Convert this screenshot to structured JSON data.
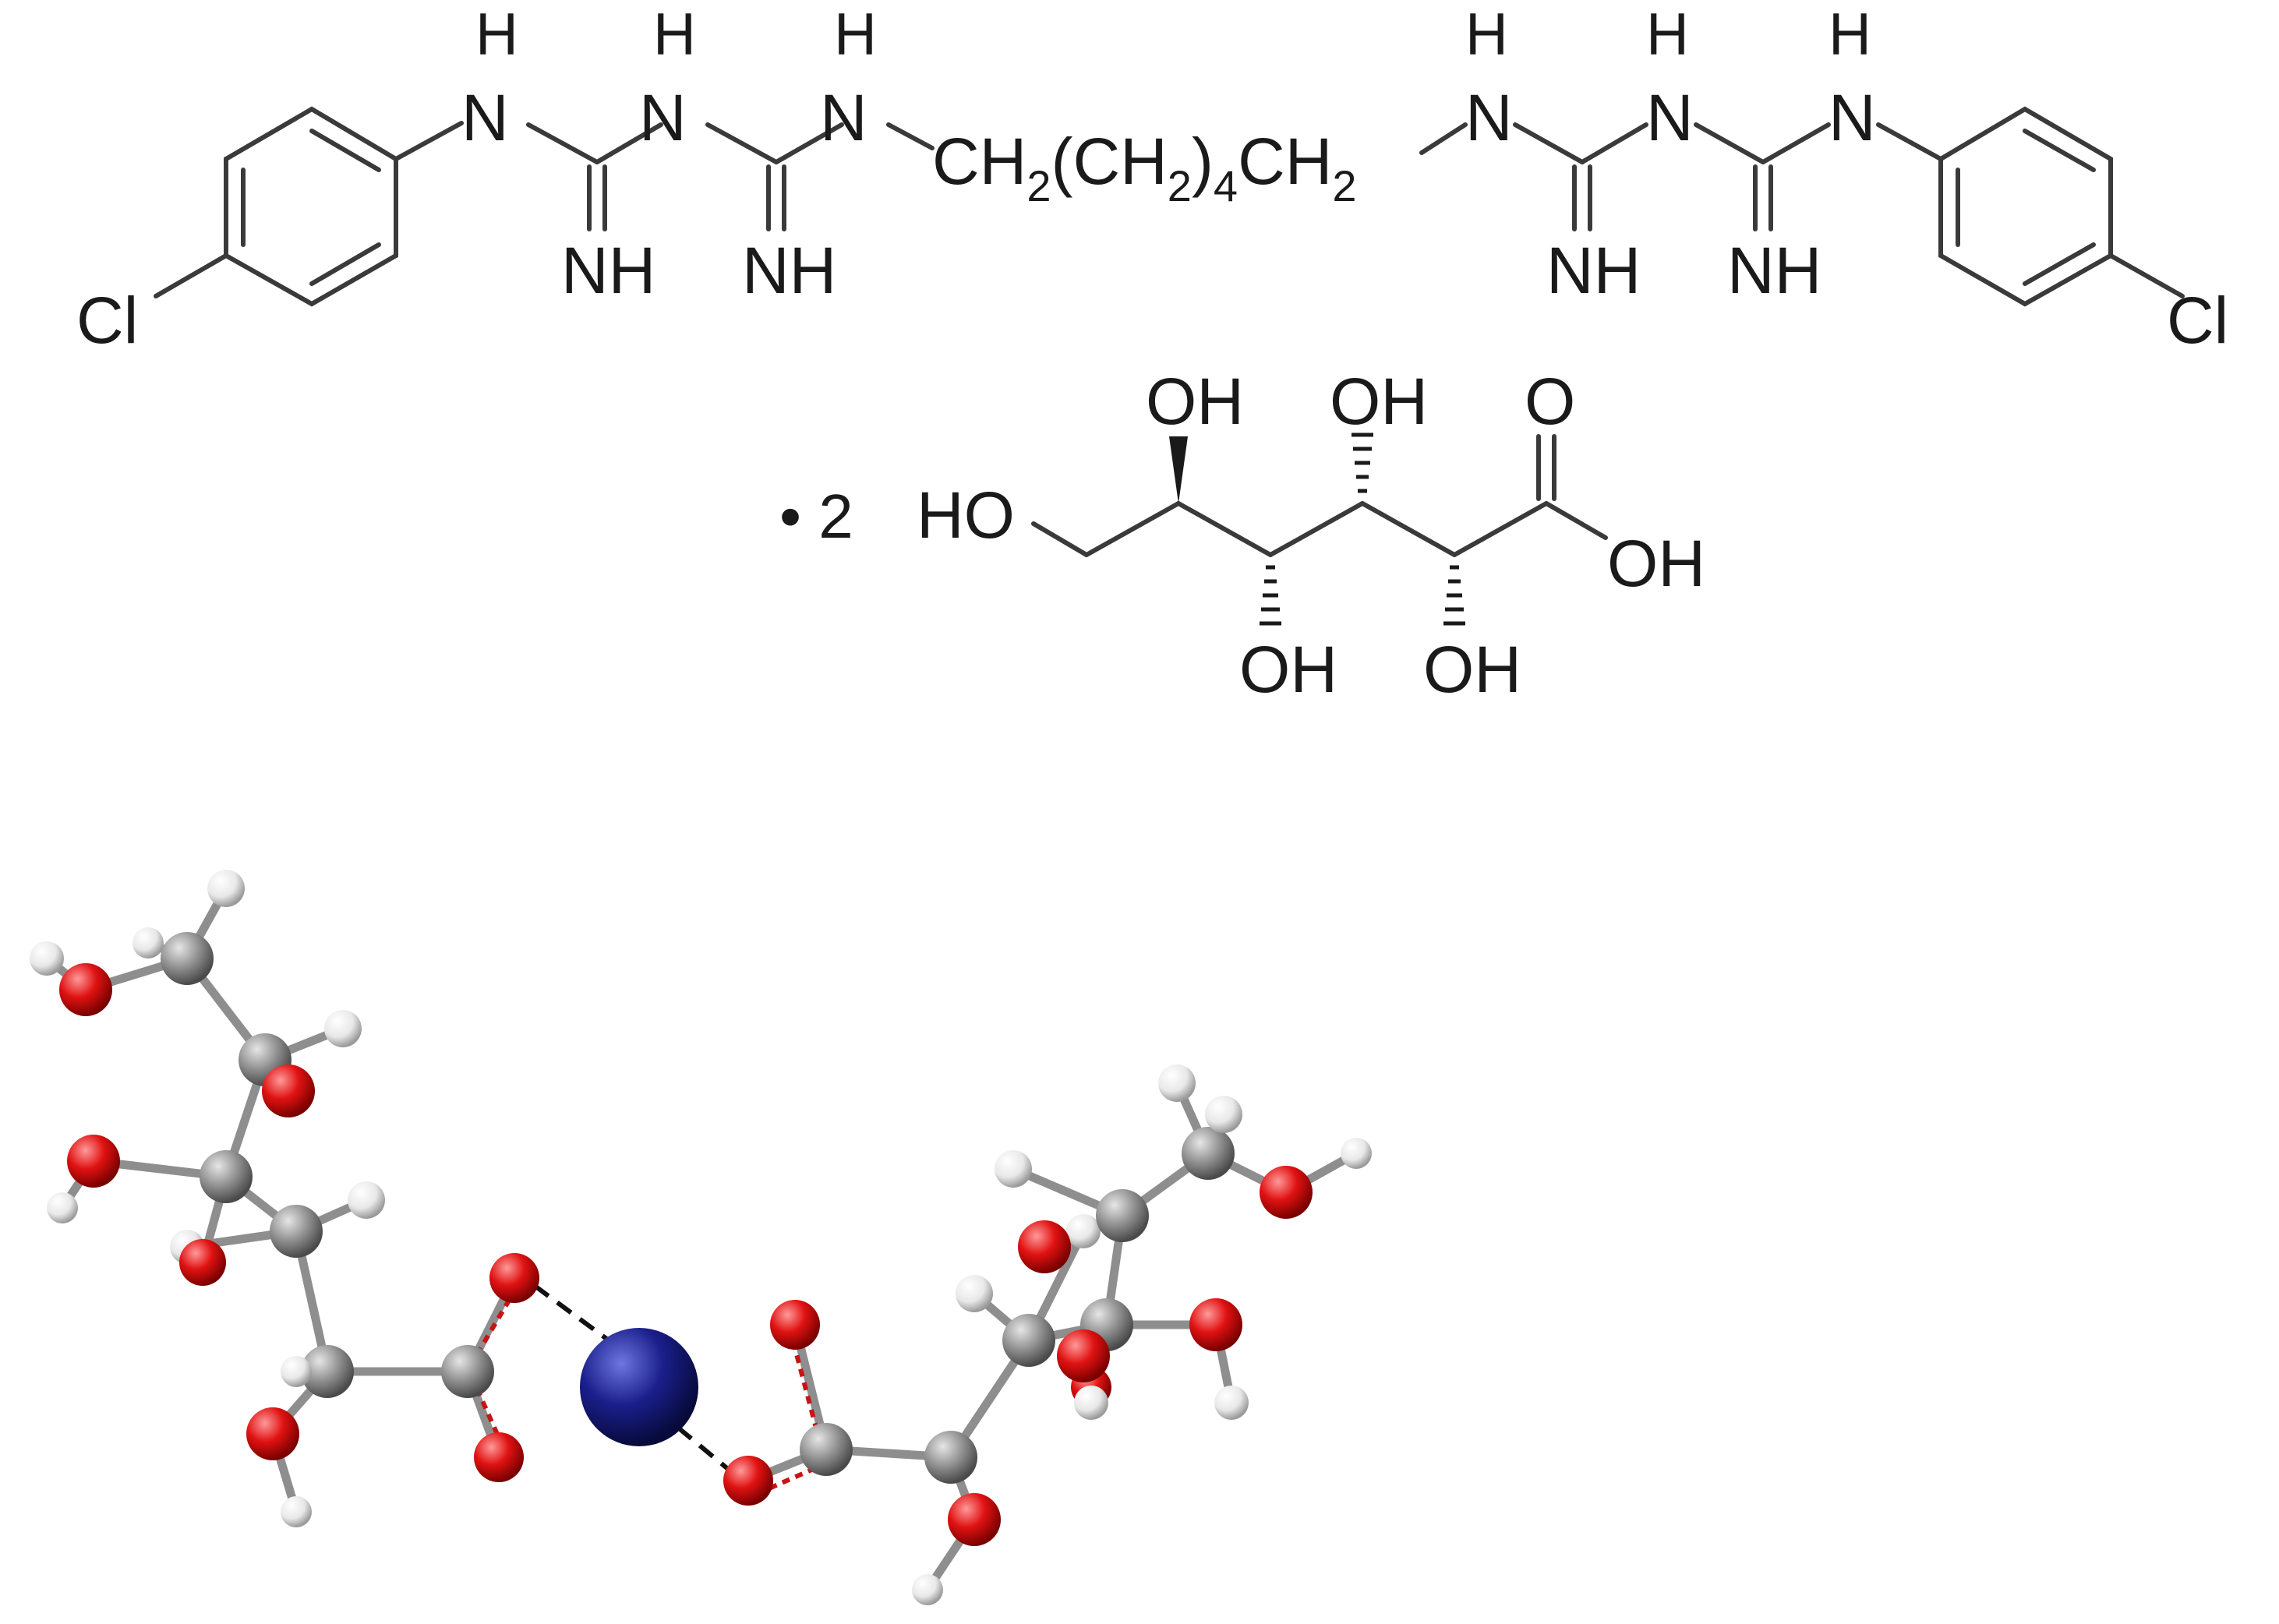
{
  "structure": {
    "labels": {
      "nh": "NH",
      "h": "H",
      "n": "N",
      "cl": "Cl",
      "ch2": "CH",
      "sub2": "2",
      "chain": "(CH",
      "close": ")",
      "sub4": "4",
      "oh": "OH",
      "ho": "HO",
      "o": "O",
      "multiplier": "• 2"
    }
  },
  "model": {
    "atom_types": {
      "carbon": "#8f8f8f",
      "oxygen": "#e01212",
      "hydrogen": "#e8e8e8",
      "cation": "#1a1f8c"
    }
  }
}
